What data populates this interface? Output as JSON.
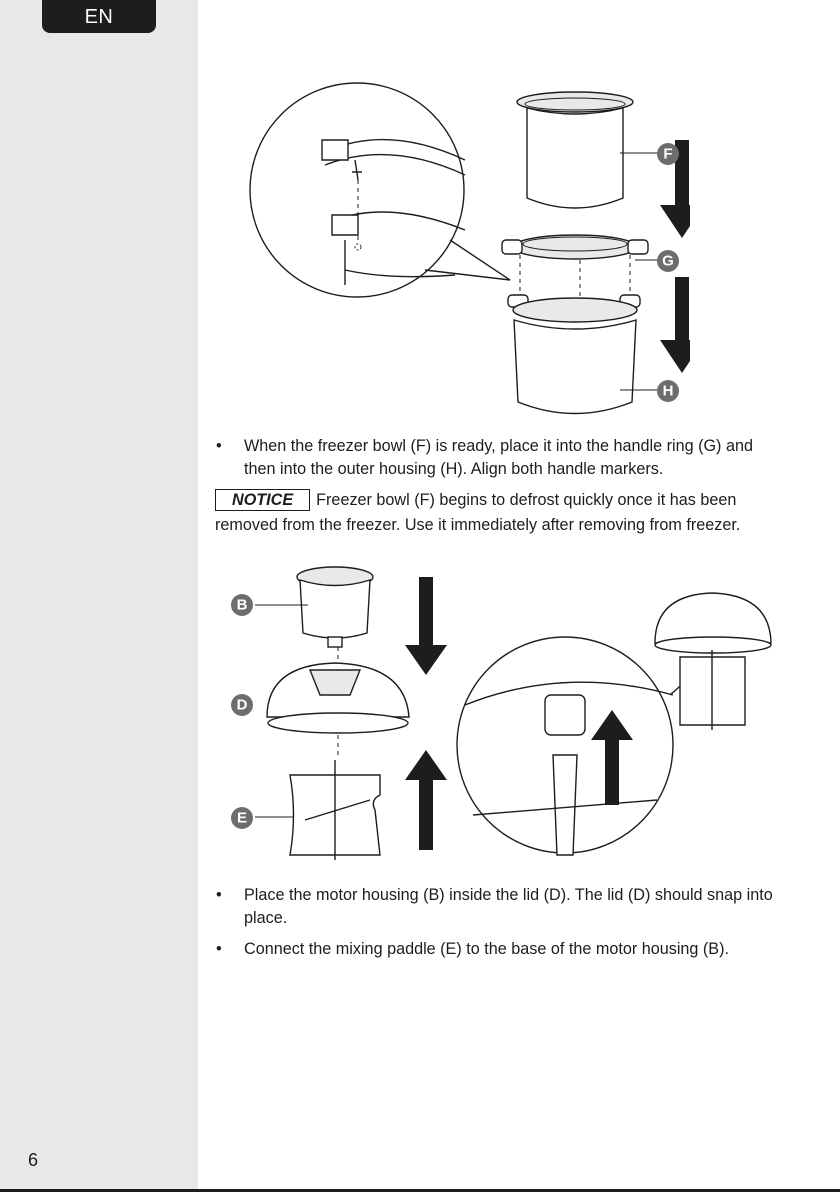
{
  "header": {
    "language_tab": "EN"
  },
  "figure1": {
    "labels": [
      "F",
      "G",
      "H"
    ]
  },
  "step1": {
    "bullet": "•",
    "text": "When the freezer bowl (F) is ready, place it into the handle ring (G) and then into the outer housing (H). Align both handle markers."
  },
  "notice": {
    "label": "NOTICE",
    "text": "Freezer bowl (F) begins to defrost quickly once it has been removed from the freezer. Use it immediately after removing from freezer."
  },
  "figure2": {
    "labels": [
      "B",
      "D",
      "E"
    ]
  },
  "step2": {
    "items": [
      {
        "bullet": "•",
        "text": "Place the motor housing (B) inside the lid (D). The lid (D) should snap into place."
      },
      {
        "bullet": "•",
        "text": "Connect the mixing paddle (E) to the base of the motor housing (B)."
      }
    ]
  },
  "footer": {
    "page_number": "6"
  }
}
